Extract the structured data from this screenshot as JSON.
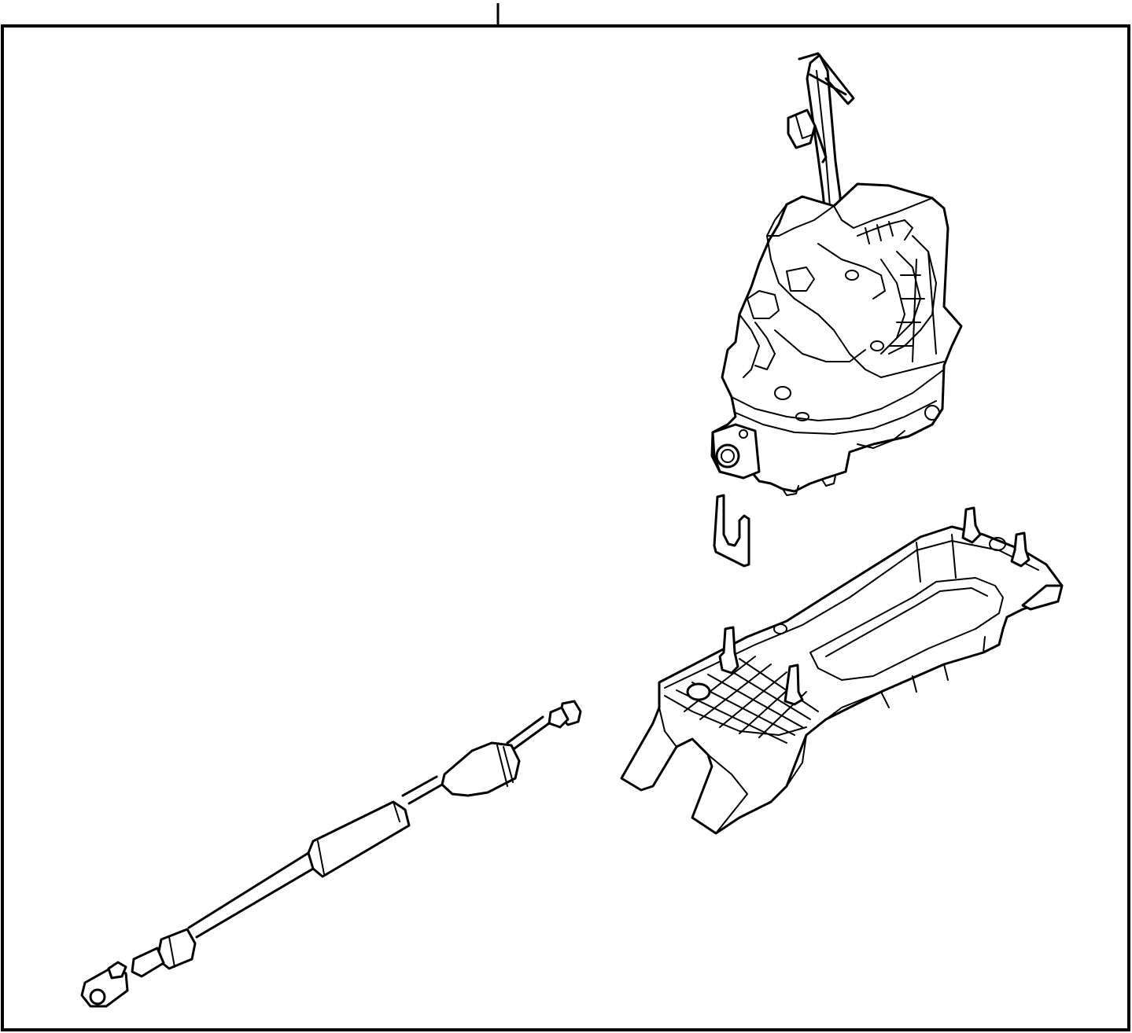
{
  "diagram": {
    "colors": {
      "stroke": "#000000",
      "background": "#ffffff"
    },
    "parts": [
      {
        "id": "shifter-assembly",
        "icon": "gear-shift-housing-icon"
      },
      {
        "id": "retaining-clip",
        "icon": "u-clip-icon"
      },
      {
        "id": "mounting-bracket",
        "icon": "bracket-tray-icon"
      },
      {
        "id": "shift-cable",
        "icon": "control-cable-icon"
      }
    ]
  }
}
